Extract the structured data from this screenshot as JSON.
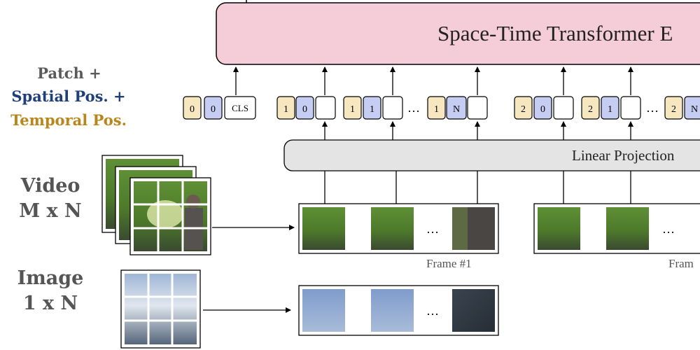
{
  "transformer": {
    "title": "Space-Time Transformer E"
  },
  "legend": {
    "line1": "Patch +",
    "line2": "Spatial Pos. +",
    "line3": "Temporal Pos.",
    "colors": {
      "patch": "#5a5a5a",
      "spatial": "#1f3f7a",
      "temporal": "#b8861b"
    }
  },
  "tokens": {
    "cls": {
      "temporal": "0",
      "spatial": "0",
      "label": "CLS"
    },
    "frame1": [
      {
        "temporal": "1",
        "spatial": "0"
      },
      {
        "temporal": "1",
        "spatial": "1"
      },
      {
        "temporal": "1",
        "spatial": "N"
      }
    ],
    "frame2": [
      {
        "temporal": "2",
        "spatial": "0"
      },
      {
        "temporal": "2",
        "spatial": "1"
      },
      {
        "temporal": "2",
        "spatial": "N"
      }
    ],
    "ellipsis": "…",
    "colors": {
      "temporal": "#f7e7c0",
      "spatial": "#c6cdf3",
      "patch": "#ffffff"
    }
  },
  "projection": {
    "label": "Linear Projection"
  },
  "video": {
    "label_line1": "Video",
    "label_line2": "M x N"
  },
  "image": {
    "label_line1": "Image",
    "label_line2": "1 x N"
  },
  "frames": {
    "frame1": "Frame #1",
    "frame2": "Fram",
    "ellipsis": "…"
  },
  "colors": {
    "transformer_fill": "#f4cdd9",
    "projection_fill": "#e4e4e4",
    "stroke": "#000000"
  }
}
